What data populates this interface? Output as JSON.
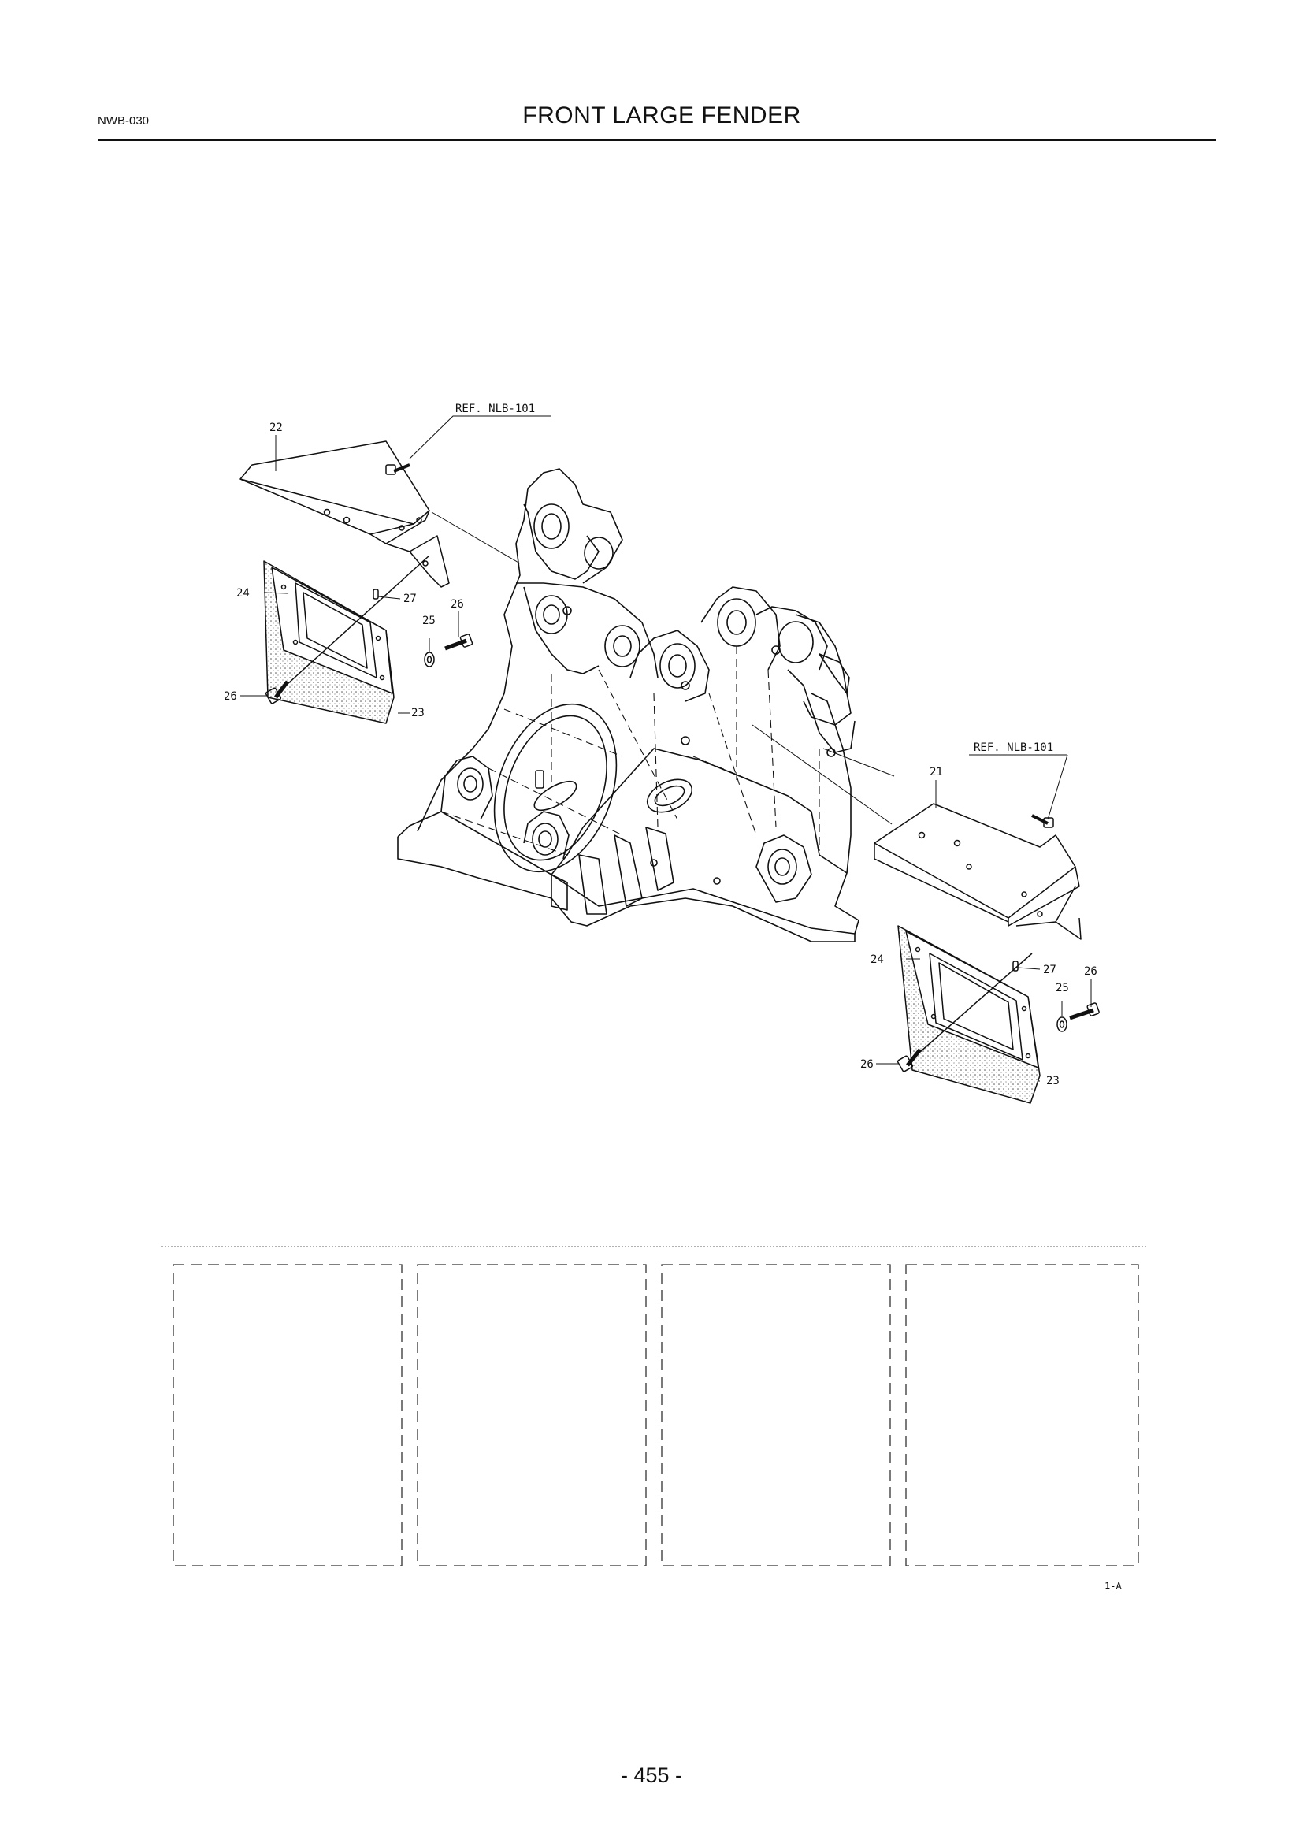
{
  "header": {
    "code": "NWB-030",
    "title": "FRONT LARGE FENDER"
  },
  "references": {
    "left": "REF. NLB-101",
    "right": "REF. NLB-101"
  },
  "callouts": {
    "left": {
      "a": "22",
      "b": "24",
      "c": "27",
      "d": "26",
      "e": "25",
      "f": "26",
      "g": "23"
    },
    "right": {
      "a": "21",
      "b": "24",
      "c": "27",
      "d": "26",
      "e": "25",
      "f": "26",
      "g": "23"
    }
  },
  "illustration_code": "1-A",
  "page_number": "- 455 -"
}
